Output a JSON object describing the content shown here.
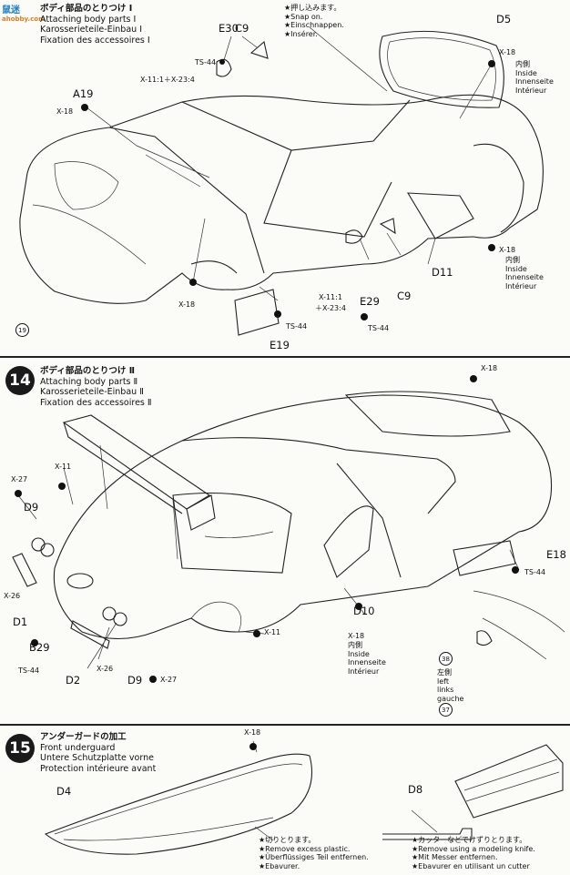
{
  "watermark": {
    "line1": "鼠迷",
    "line2": "ahobby.com"
  },
  "step13": {
    "title_ja": "ボディ部品のとりつけ Ⅰ",
    "title_en": "Attaching body parts Ⅰ",
    "title_de": "Karosserieteile-Einbau Ⅰ",
    "title_fr": "Fixation des accessoires Ⅰ",
    "snap_note": [
      "★押し込みます。",
      "★Snap on.",
      "★Einschnappen.",
      "★Insérer."
    ],
    "inside_note": [
      "内側",
      "Inside",
      "Innenseite",
      "Intérieur"
    ],
    "labels": {
      "e30": "E30",
      "c9_top": "C9",
      "d5": "D5",
      "ts44_a": "TS-44",
      "x11_a": "X-11:1＋X-23:4",
      "a19": "A19",
      "x18_a": "X-18",
      "x18_b": "X-18",
      "x18_c": "X-18",
      "x18_d": "X-18",
      "x11_b": "X-11:1",
      "x23_b": "＋X-23:4",
      "e29": "E29",
      "c9_bot": "C9",
      "d11": "D11",
      "ts44_b": "TS-44",
      "ts44_c": "TS-44",
      "e19": "E19",
      "ref19": "19"
    }
  },
  "step14": {
    "number": "14",
    "title_ja": "ボディ部品のとりつけ Ⅱ",
    "title_en": "Attaching body parts Ⅱ",
    "title_de": "Karosserieteile-Einbau Ⅱ",
    "title_fr": "Fixation des accessoires Ⅱ",
    "inside_note": [
      "内側",
      "Inside",
      "Innenseite",
      "Intérieur"
    ],
    "left_note": [
      "左側",
      "left",
      "links",
      "gauche"
    ],
    "labels": {
      "x18_top": "X-18",
      "x27_a": "X-27",
      "x11_a": "X-11",
      "d9_a": "D9",
      "e18": "E18",
      "ts44_a": "TS-44",
      "x26_a": "X-26",
      "d1": "D1",
      "d10": "D10",
      "x18_b": "X-18",
      "b29": "B29",
      "ts44_b": "TS-44",
      "d2": "D2",
      "x26_b": "X-26",
      "d9_b": "D9",
      "x27_b": "X-27",
      "x11_b": "X-11",
      "ref38": "38",
      "ref37": "37"
    }
  },
  "step15": {
    "number": "15",
    "title_ja": "アンダーガードの加工",
    "title_en": "Front underguard",
    "title_de": "Untere Schutzplatte vorne",
    "title_fr": "Protection intérieure avant",
    "cut_note": [
      "★切りとります。",
      "★Remove excess plastic.",
      "★Überflüssiges Teil entfernen.",
      "★Ebavurer."
    ],
    "knife_note": [
      "★カッターなどでけずりとります。",
      "★Remove using a modeling knife.",
      "★Mit Messer entfernen.",
      "★Ebavurer en utilisant un cutter"
    ],
    "labels": {
      "x18": "X-18",
      "d4": "D4",
      "d8": "D8"
    }
  }
}
